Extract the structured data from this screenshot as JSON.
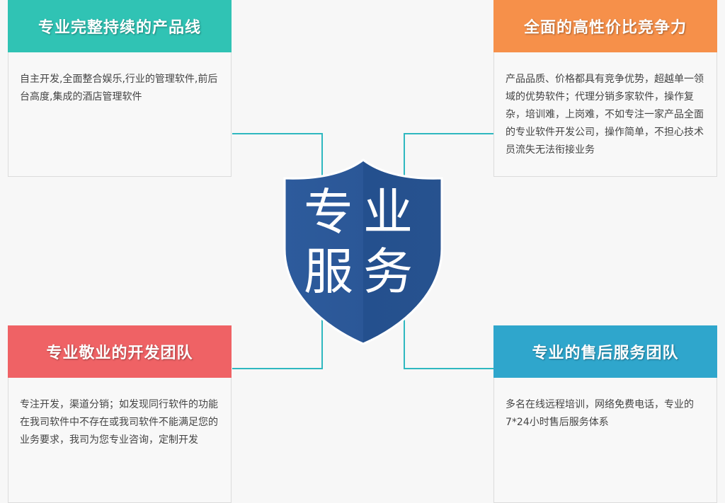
{
  "colors": {
    "teal": "#30c3b4",
    "orange": "#f6904a",
    "red": "#ef6265",
    "blue": "#2fa6cc",
    "shield": "#2b5797",
    "connector": "#2fb8c0"
  },
  "cards": {
    "top_left": {
      "title": "专业完整持续的产品线",
      "text": "自主开发,全面整合娱乐,行业的管理软件,前后台高度,集成的酒店管理软件"
    },
    "top_right": {
      "title": "全面的高性价比竞争力",
      "text": "产品品质、价格都具有竞争优势，超越单一领域的优势软件；代理分销多家软件，操作复杂，培训难，上岗难，不如专注一家产品全面的专业软件开发公司，操作简单，不担心技术员流失无法衔接业务"
    },
    "bottom_left": {
      "title": "专业敬业的开发团队",
      "text": "专注开发，渠道分销；如发现同行软件的功能在我司软件中不存在或我司软件不能满足您的业务要求，我司为您专业咨询，定制开发"
    },
    "bottom_right": {
      "title": "专业的售后服务团队",
      "text": "多名在线远程培训，网络免费电话，专业的7*24小时售后服务体系"
    }
  },
  "shield": {
    "line1": "专业",
    "line2": "服务",
    "icon": "shield-icon"
  }
}
